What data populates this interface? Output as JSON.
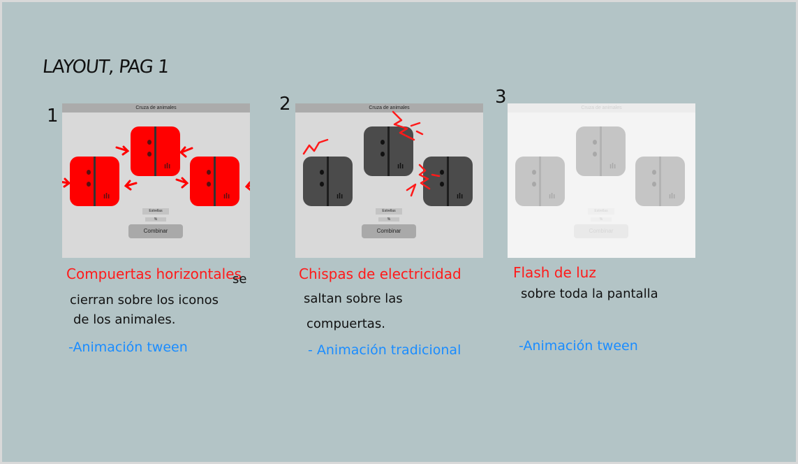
{
  "page_title": "LAYOUT, PAG 1",
  "frames": [
    {
      "number": "1",
      "window_title": "Cruza de animales",
      "stars_label": "Estrellas",
      "percent_label": "%",
      "combine_label": "Combinar",
      "note_red": "Compuertas horizontales",
      "note_red_tail": "se",
      "note_line2": "cierran sobre los iconos",
      "note_line3": "de los animales.",
      "note_blue": "-Animación tween"
    },
    {
      "number": "2",
      "window_title": "Cruza de animales",
      "stars_label": "Estrellas",
      "percent_label": "%",
      "combine_label": "Combinar",
      "note_red": "Chispas de electricidad",
      "note_line2": "saltan sobre las",
      "note_line3": "compuertas.",
      "note_blue": "- Animación tradicional"
    },
    {
      "number": "3",
      "window_title": "Cruza de animales",
      "stars_label": "Estrellas",
      "percent_label": "%",
      "combine_label": "Combinar",
      "note_red": "Flash de luz",
      "note_line2": "sobre toda la pantalla",
      "note_blue": "-Animación tween"
    }
  ],
  "colors": {
    "background": "#b3c4c6",
    "annotation_red": "#ff1a1a",
    "annotation_blue": "#1a8cff",
    "gate_red": "#ff0000"
  }
}
